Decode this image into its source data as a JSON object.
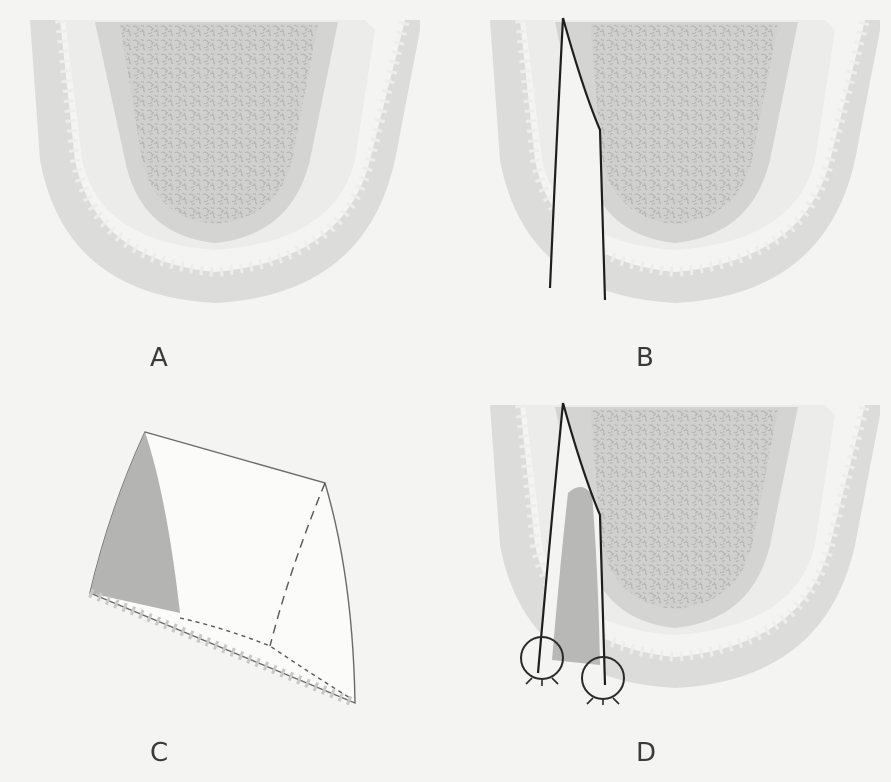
{
  "figure": {
    "panels": [
      {
        "id": "a",
        "label": "A"
      },
      {
        "id": "b",
        "label": "B"
      },
      {
        "id": "c",
        "label": "C"
      },
      {
        "id": "d",
        "label": "D"
      }
    ]
  },
  "colors": {
    "background": "#f4f4f2",
    "epithelium": "#dcdcda",
    "lamina": "#e2e2e0",
    "bone_fill": "#d0d0ce",
    "bone_texture": "#b2b2b0",
    "incision_line": "#1e1e1e",
    "flap_shade": "#b4b4b2",
    "dashed_line": "#555555"
  }
}
